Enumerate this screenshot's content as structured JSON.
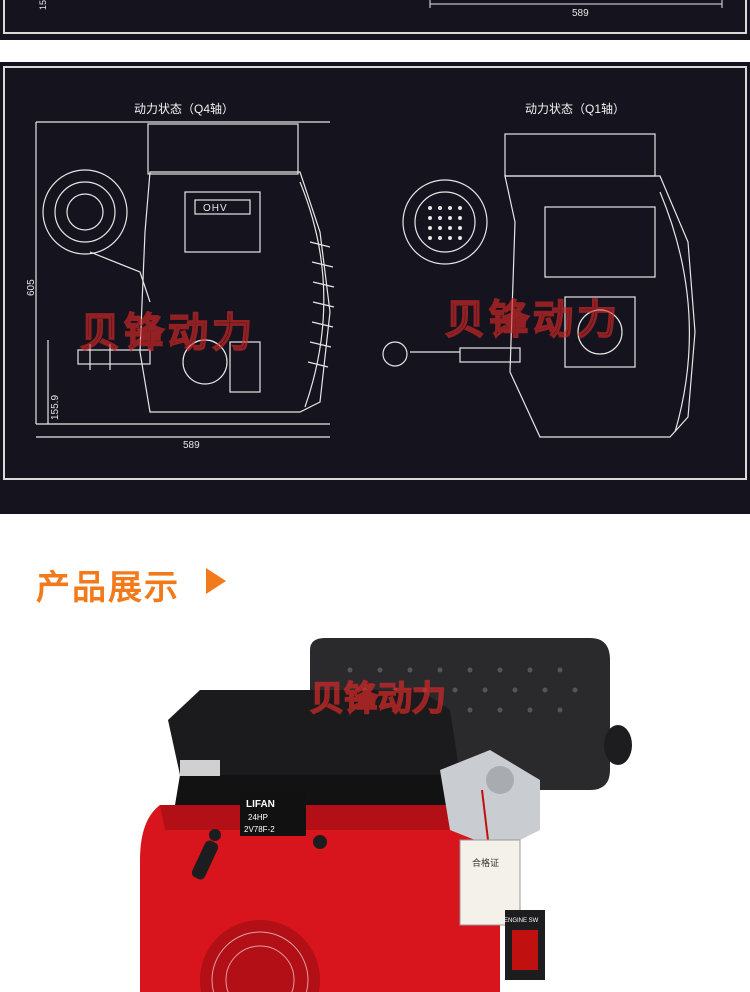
{
  "top_section": {
    "dim_width": "589",
    "dim_left_partial": "15"
  },
  "drawing": {
    "left_view": {
      "title": "动力状态（Q4轴）",
      "dim_height": "605",
      "dim_shaft_height": "155.9",
      "dim_width": "589",
      "badge": "OHV"
    },
    "right_view": {
      "title": "动力状态（Q1轴）"
    }
  },
  "watermark_text": "贝锋动力",
  "section": {
    "title": "产品展示",
    "arrow_icon": "play-triangle-icon",
    "accent_color": "#f27a1a"
  },
  "photo": {
    "brand": "LIFAN",
    "model": "2V78F-2",
    "hp_badge": "24HP",
    "tag_label": "合格证",
    "switch_label": "ENGINE SW"
  },
  "colors": {
    "panel_bg": "#15141e",
    "engine_red": "#d8141c",
    "line": "#e6e6e6"
  }
}
